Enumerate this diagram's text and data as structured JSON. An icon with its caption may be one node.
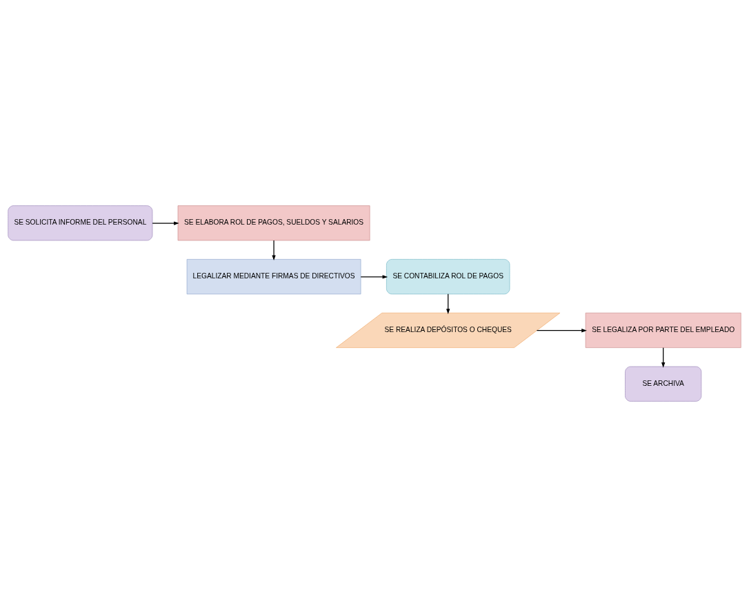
{
  "diagram": {
    "nodes": [
      {
        "text": [
          "SE SOLICITA INFORME DEL PERSONAL"
        ]
      },
      {
        "text": [
          "SE ELABORA ROL DE PAGOS, SUELDOS Y SALARIOS"
        ]
      },
      {
        "text": [
          "LEGALIZAR MEDIANTE FIRMAS DE DIRECTIVOS"
        ]
      },
      {
        "text": [
          "SE CONTABILIZA ROL DE PAGOS"
        ]
      },
      {
        "text": [
          "SE REALIZA DEPÓSITOS O CHEQUES"
        ]
      },
      {
        "text": [
          "SE LEGALIZA POR PARTE DEL EMPLEADO"
        ]
      },
      {
        "text": [
          "SE ARCHIVA"
        ]
      }
    ],
    "edges": [
      {
        "from": 0,
        "to": 1,
        "arrow": "to"
      },
      {
        "from": 1,
        "to": 2,
        "arrow": "to"
      },
      {
        "from": 2,
        "to": 3,
        "arrow": "to"
      },
      {
        "from": 3,
        "to": 4,
        "arrow": "to"
      },
      {
        "from": 4,
        "to": 5,
        "arrow": "to"
      },
      {
        "from": 5,
        "to": 6,
        "arrow": "to"
      }
    ]
  }
}
